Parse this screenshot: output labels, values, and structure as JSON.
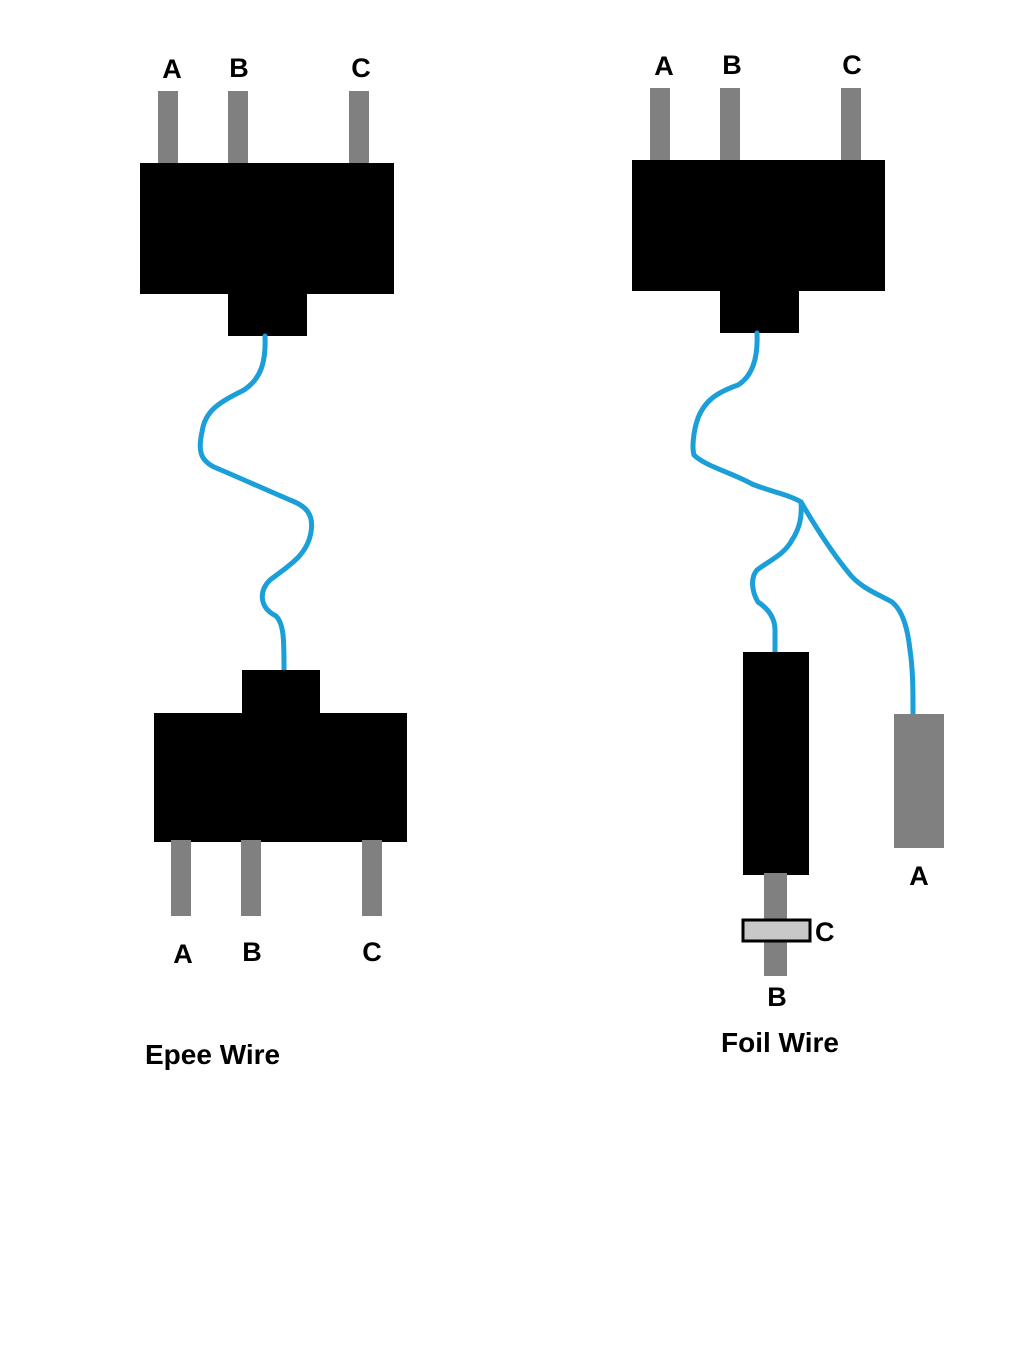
{
  "epee": {
    "title": "Epee Wire",
    "top_connector": {
      "pin_labels": [
        "A",
        "B",
        "C"
      ]
    },
    "bottom_connector": {
      "pin_labels": [
        "A",
        "B",
        "C"
      ]
    }
  },
  "foil": {
    "title": "Foil Wire",
    "top_connector": {
      "pin_labels": [
        "A",
        "B",
        "C"
      ]
    },
    "bayonet_labels": {
      "collar": "C",
      "tip": "B"
    },
    "lame_clip_label": "A"
  },
  "colors": {
    "connector_body": "#000000",
    "pin": "#808080",
    "wire": "#1a9fd9",
    "collar": "#c8c8c8"
  }
}
